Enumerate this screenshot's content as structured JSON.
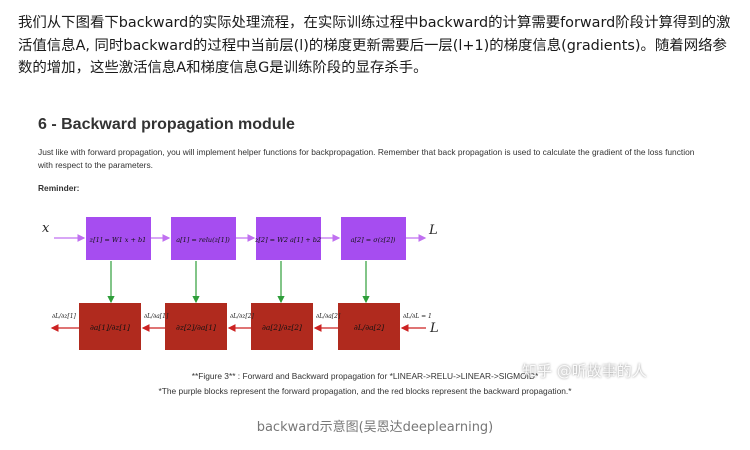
{
  "article": {
    "paragraph": "我们从下图看下backward的实际处理流程，在实际训练过程中backward的计算需要forward阶段计算得到的激活值信息A, 同时backward的过程中当前层(l)的梯度更新需要后一层(l+1)的梯度信息(gradients)。随着网络参数的增加，这些激活信息A和梯度信息G是训练阶段的显存杀手。"
  },
  "figure": {
    "title": "6 - Backward propagation module",
    "intro": "Just like with forward propagation, you will implement helper functions for backpropagation. Remember that back propagation is used to calculate the gradient of the loss function with respect to the parameters.",
    "reminder": "Reminder:",
    "caption_line1": "**Figure 3** : Forward and Backward propagation for *LINEAR->RELU->LINEAR->SIGMOID*",
    "caption_line2": "*The purple blocks represent the forward propagation, and the red blocks represent the backward propagation.*",
    "watermark": "知乎 @听故事的人",
    "colors": {
      "forward": "#a64df0",
      "backward": "#b02a1e",
      "forward_arrow": "#c070f0",
      "down_arrow": "#2e9e3a",
      "back_arrow": "#cc2222"
    },
    "forward": {
      "input": "x",
      "output": "L",
      "blocks": [
        "z[1] = W1 x + b1",
        "a[1] = relu(z[1])",
        "z[2] = W2 a[1] + b2",
        "a[2] = σ(z[2])"
      ]
    },
    "backward": {
      "output": "L",
      "start_grad": "∂L/∂L = 1",
      "blocks": [
        {
          "factor": "∂a[1]/∂z[1]",
          "grad_in": "∂L/∂a[1]",
          "grad_out": "∂L/∂z[1]"
        },
        {
          "factor": "∂z[2]/∂a[1]",
          "grad_in": "∂L/∂z[2]",
          "grad_out": "∂L/∂a[1]"
        },
        {
          "factor": "∂a[2]/∂z[2]",
          "grad_in": "∂L/∂a[2]",
          "grad_out": "∂L/∂z[2]"
        },
        {
          "factor": "∂L/∂a[2]",
          "grad_in": "∂L/∂L = 1",
          "grad_out": "∂L/∂a[2]"
        }
      ]
    }
  },
  "caption": "backward示意图(吴恩达deeplearning)"
}
